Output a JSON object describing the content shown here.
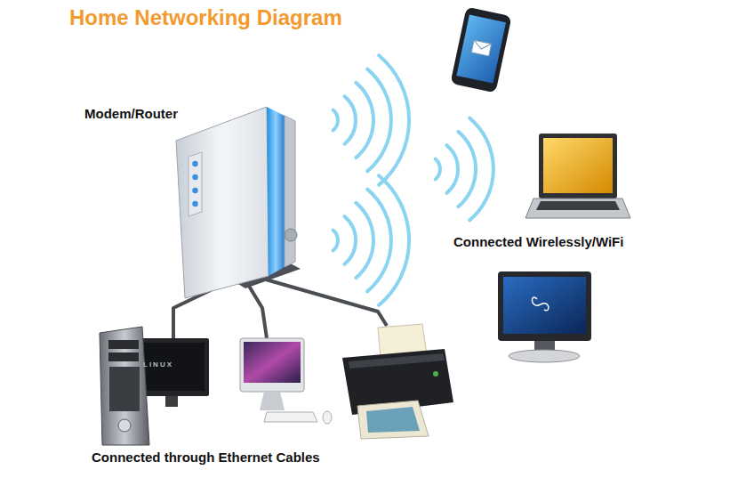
{
  "diagram": {
    "title": "Home Networking Diagram",
    "labels": [
      "Modem/Router",
      "Connected Wirelessly/WiFi",
      "Connected through Ethernet Cables",
      "LINUX"
    ]
  }
}
